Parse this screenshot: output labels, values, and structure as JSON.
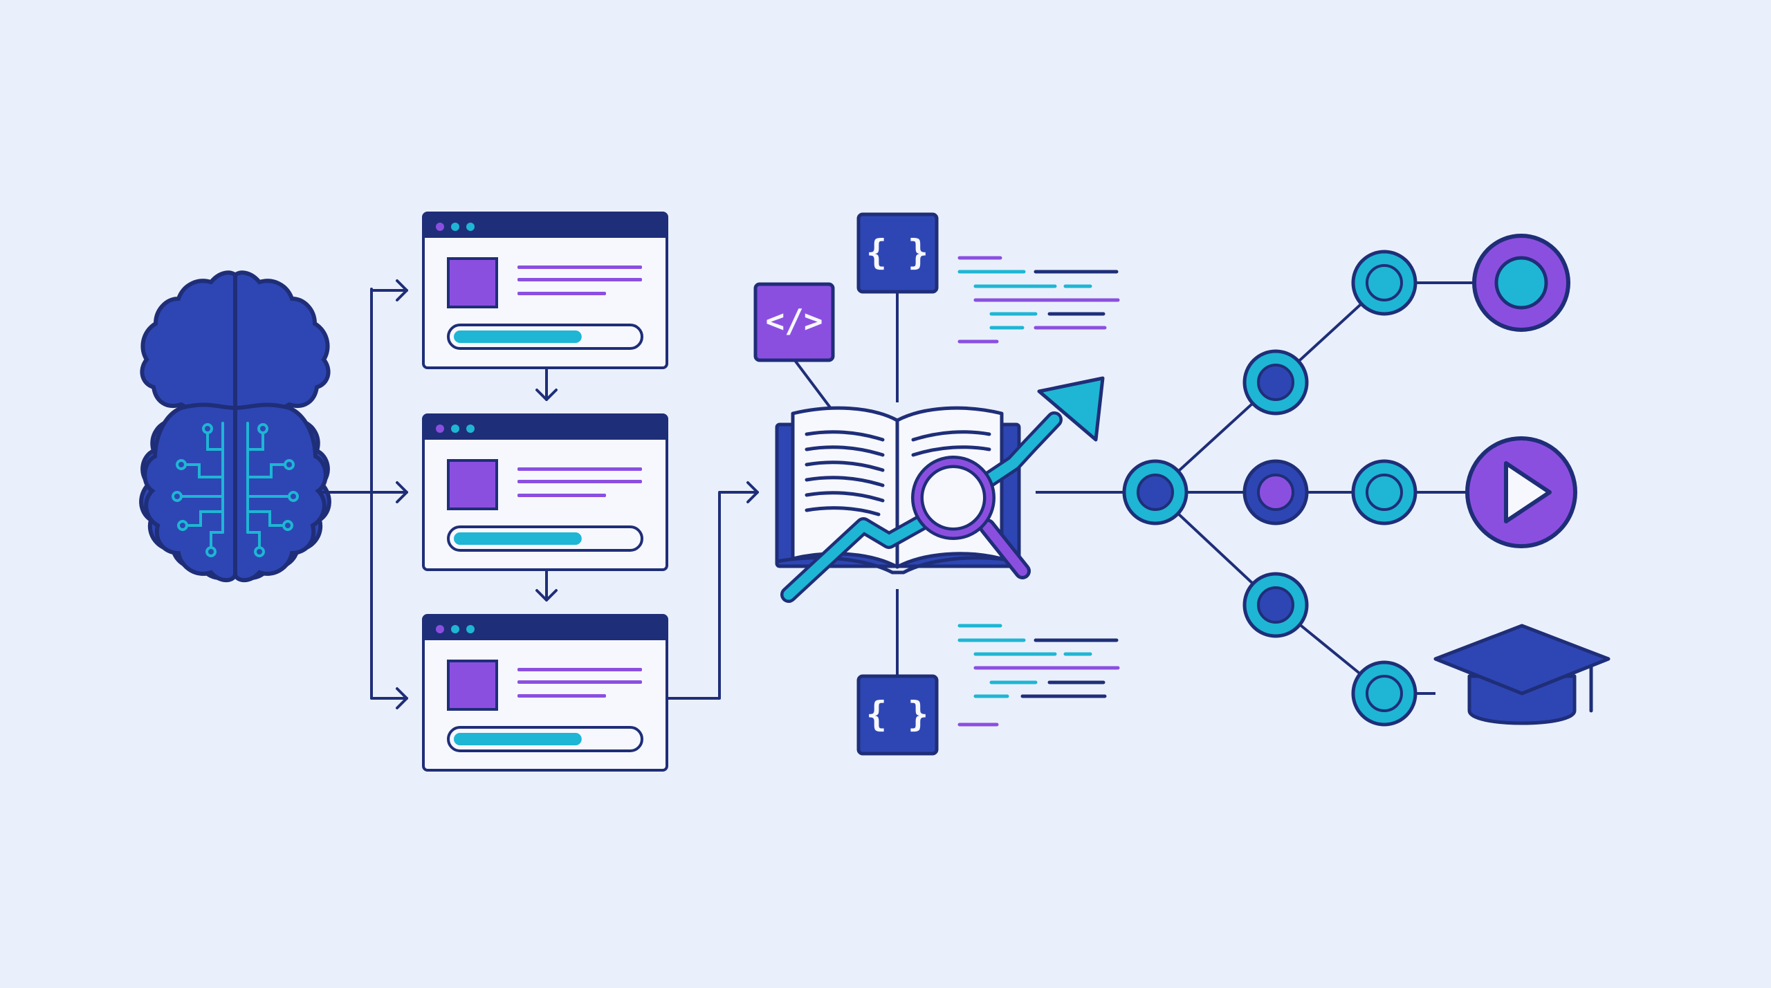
{
  "colors": {
    "background": "#EAF0FB",
    "navy": "#1F2E78",
    "royal_blue": "#2E46B4",
    "cyan": "#1EB6D4",
    "purple": "#8B4FE0",
    "panel_bg": "#F6F8FE"
  },
  "icons": {
    "brain": "brain-circuit-icon",
    "html_tag": "code-tag-icon",
    "json_braces": "curly-braces-icon",
    "book": "open-book-icon",
    "magnifier": "magnifying-glass-icon",
    "growth": "trending-up-arrow-icon",
    "play": "play-icon",
    "graduation": "graduation-cap-icon"
  },
  "symbols": {
    "code_tag": "</>",
    "braces": "{ }"
  },
  "panels": [
    {
      "progress": 0.7
    },
    {
      "progress": 0.7
    },
    {
      "progress": 0.7
    }
  ]
}
